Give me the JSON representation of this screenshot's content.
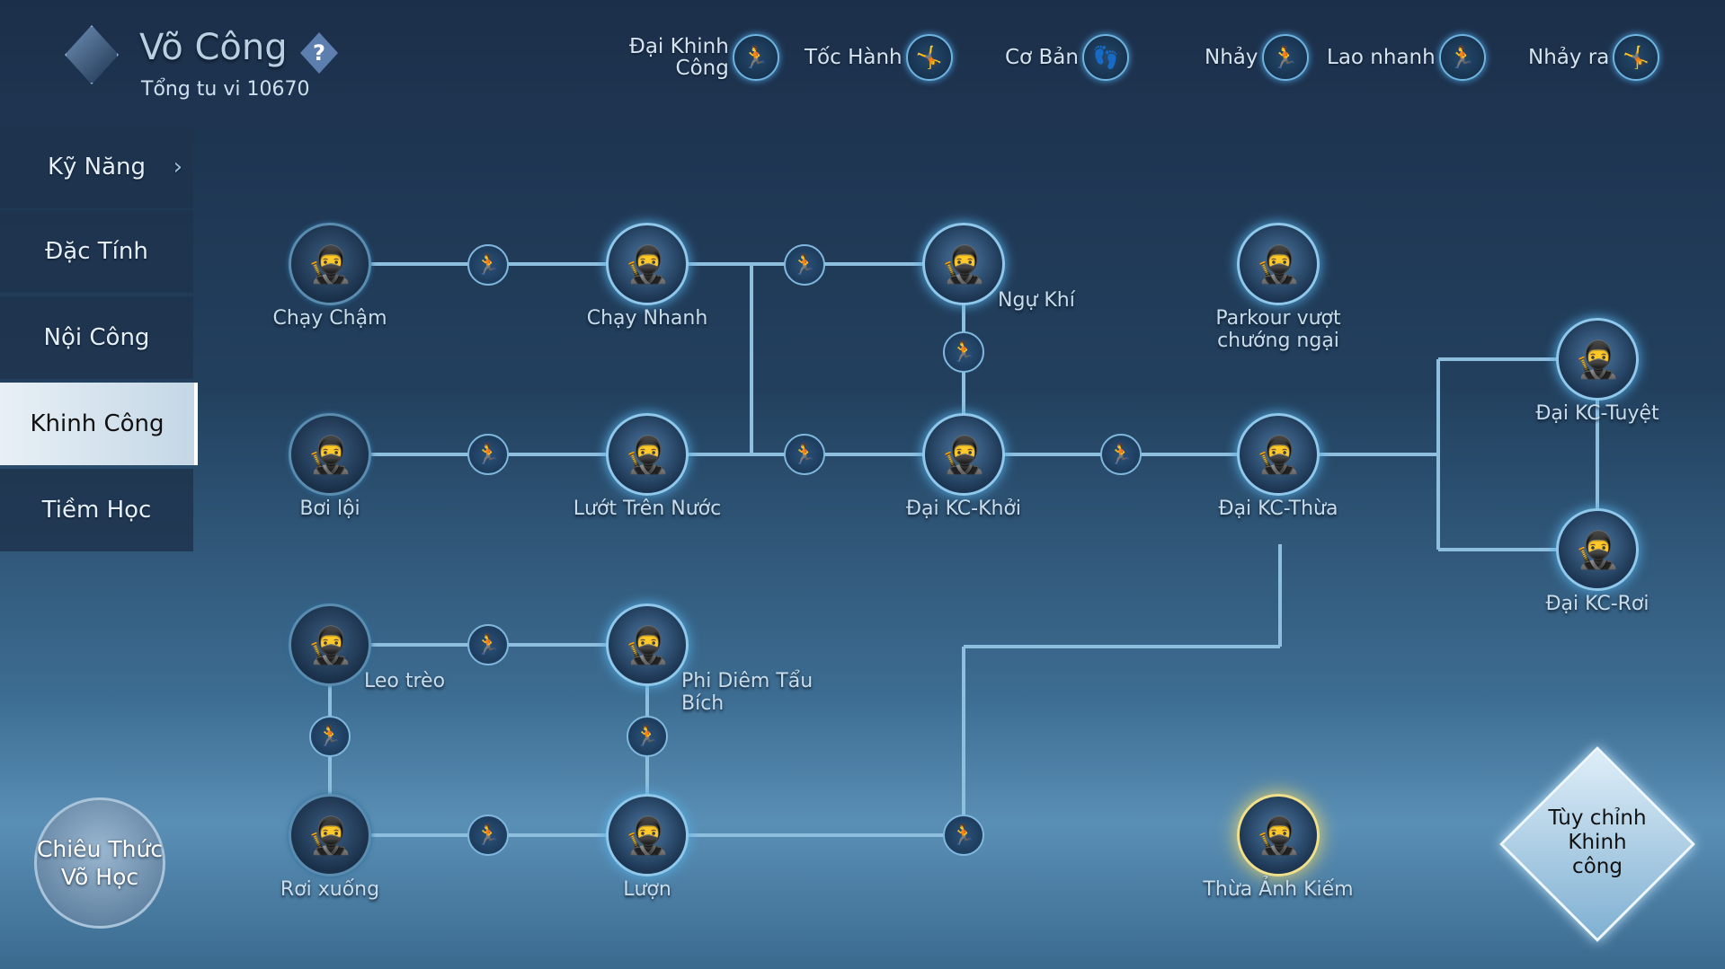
{
  "header": {
    "title": "Võ Công",
    "subtitle": "Tổng tu vi 10670",
    "help_icon": "?"
  },
  "top_bar": [
    {
      "label": "Đại Khinh\nCông",
      "icon": "dai-khinh-cong-icon"
    },
    {
      "label": "Tốc Hành",
      "icon": "toc-hanh-icon"
    },
    {
      "label": "Cơ Bản",
      "icon": "co-ban-icon"
    },
    {
      "label": "Nhảy",
      "icon": "nhay-icon"
    },
    {
      "label": "Lao nhanh",
      "icon": "lao-nhanh-icon"
    },
    {
      "label": "Nhảy ra",
      "icon": "nhay-ra-icon"
    }
  ],
  "sidebar": {
    "items": [
      {
        "label": "Kỹ Năng"
      },
      {
        "label": "Đặc Tính"
      },
      {
        "label": "Nội Công"
      },
      {
        "label": "Khinh Công",
        "active": true
      },
      {
        "label": "Tiềm Học"
      }
    ]
  },
  "skills": [
    {
      "id": "chay-cham",
      "label": "Chạy Chậm"
    },
    {
      "id": "chay-nhanh",
      "label": "Chạy Nhanh"
    },
    {
      "id": "ngu-khi",
      "label": "Ngự Khí"
    },
    {
      "id": "parkour",
      "label": "Parkour vượt\nchướng ngại"
    },
    {
      "id": "boi-loi",
      "label": "Bơi lội"
    },
    {
      "id": "luot-tren-nuoc",
      "label": "Lướt Trên Nước"
    },
    {
      "id": "dai-kc-khoi",
      "label": "Đại KC-Khởi"
    },
    {
      "id": "dai-kc-thua",
      "label": "Đại KC-Thừa"
    },
    {
      "id": "dai-kc-tuyet",
      "label": "Đại KC-Tuyệt"
    },
    {
      "id": "dai-kc-roi",
      "label": "Đại KC-Rơi"
    },
    {
      "id": "leo-treo",
      "label": "Leo trèo"
    },
    {
      "id": "phi-diem",
      "label": "Phi Diêm Tẩu\nBích"
    },
    {
      "id": "roi-xuong",
      "label": "Rơi xuống"
    },
    {
      "id": "luon",
      "label": "Lượn"
    },
    {
      "id": "thua-anh-kiem",
      "label": "Thừa Ảnh Kiếm"
    }
  ],
  "bottom": {
    "chieu_thuc": "Chiêu Thức\nVõ Học",
    "custom": "Tùy chỉnh\nKhinh\ncông"
  }
}
